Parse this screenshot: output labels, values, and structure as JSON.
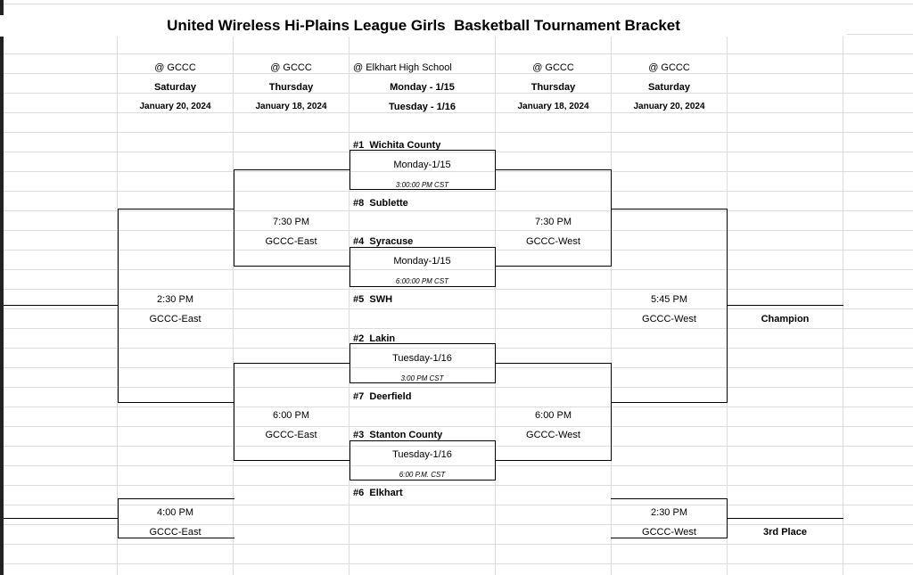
{
  "title": "United Wireless Hi-Plains League Girls  Basketball Tournament Bracket",
  "columns": [
    {
      "location": "@ GCCC",
      "day": "Saturday",
      "date": "January 20, 2024"
    },
    {
      "location": "@ GCCC",
      "day": "Thursday",
      "date": "January 18, 2024"
    },
    {
      "location": "@ Elkhart High School",
      "day": "Monday - 1/15",
      "date": "Tuesday - 1/16"
    },
    {
      "location": "@ GCCC",
      "day": "Thursday",
      "date": "January 18, 2024"
    },
    {
      "location": "@ GCCC",
      "day": "Saturday",
      "date": "January 20, 2024"
    }
  ],
  "teams": [
    {
      "seed": "#1",
      "name": "Wichita County"
    },
    {
      "seed": "#8",
      "name": "Sublette"
    },
    {
      "seed": "#4",
      "name": "Syracuse"
    },
    {
      "seed": "#5",
      "name": "SWH"
    },
    {
      "seed": "#2",
      "name": "Lakin"
    },
    {
      "seed": "#7",
      "name": "Deerfield"
    },
    {
      "seed": "#3",
      "name": "Stanton County"
    },
    {
      "seed": "#6",
      "name": "Elkhart"
    }
  ],
  "first_round": [
    {
      "date": "Monday-1/15",
      "time": "3:00:00 PM CST"
    },
    {
      "date": "Monday-1/15",
      "time": "6:00:00 PM CST"
    },
    {
      "date": "Tuesday-1/16",
      "time": "3:00 PM CST"
    },
    {
      "date": "Tuesday-1/16",
      "time": "6:00 P.M. CST"
    }
  ],
  "quarterfinals": [
    {
      "time": "7:30 PM",
      "site": "GCCC-East"
    },
    {
      "time": "7:30 PM",
      "site": "GCCC-West"
    },
    {
      "time": "6:00 PM",
      "site": "GCCC-East"
    },
    {
      "time": "6:00 PM",
      "site": "GCCC-West"
    }
  ],
  "semifinals": [
    {
      "time": "2:30 PM",
      "site": "GCCC-East"
    },
    {
      "time": "5:45 PM",
      "site": "GCCC-West"
    }
  ],
  "consolation": [
    {
      "time": "4:00 PM",
      "site": "GCCC-East"
    },
    {
      "time": "2:30 PM",
      "site": "GCCC-West"
    }
  ],
  "labels": {
    "champion": "Champion",
    "third_place": "3rd Place"
  }
}
